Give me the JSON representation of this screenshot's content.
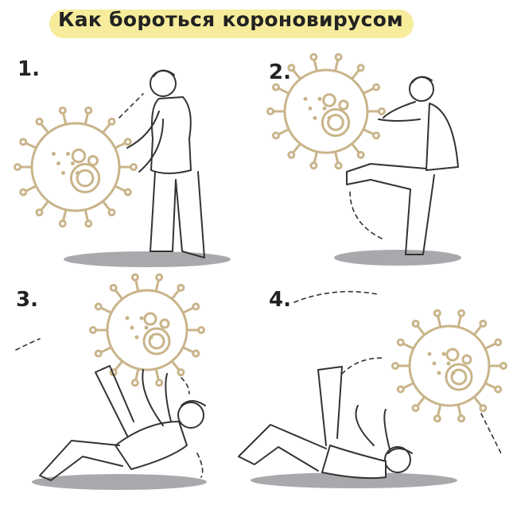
{
  "title": "Как бороться короновирусом",
  "panels": [
    {
      "number": "1."
    },
    {
      "number": "2."
    },
    {
      "number": "3."
    },
    {
      "number": "4."
    }
  ],
  "colors": {
    "banner": "#f6ec9b",
    "virus": "#c9b48a",
    "shadow": "#a9a9ad",
    "ink": "#333333"
  }
}
